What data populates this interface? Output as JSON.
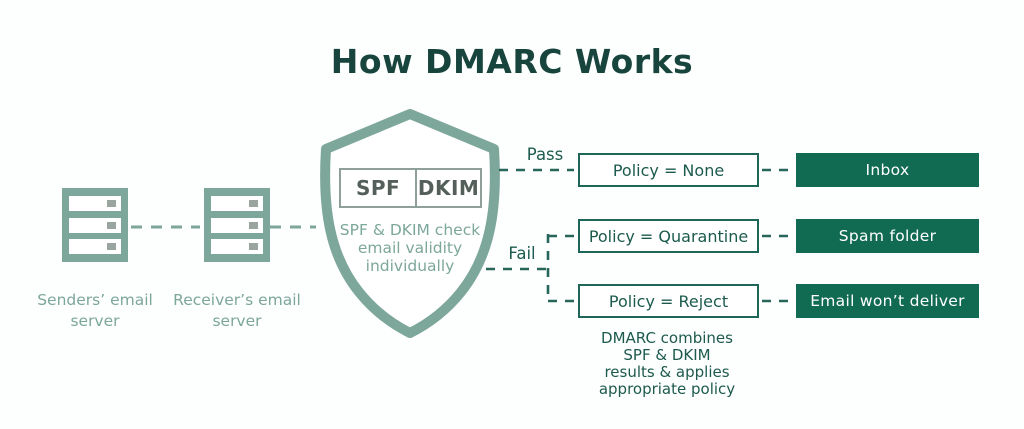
{
  "title": "How DMARC Works",
  "colors": {
    "dark_teal_text": "#17453d",
    "sage_green": "#7da79b",
    "policy_border": "#1e6657",
    "result_fill": "#116a52",
    "result_text": "#ffffff",
    "spf_dkim_text": "#545f5a"
  },
  "servers": {
    "sender": {
      "label": "Senders’ email\nserver"
    },
    "receiver": {
      "label": "Receiver’s email\nserver"
    }
  },
  "shield": {
    "spf_label": "SPF",
    "dkim_label": "DKIM",
    "caption": "SPF & DKIM check\nemail validity\nindividually"
  },
  "branches": {
    "pass_label": "Pass",
    "fail_label": "Fail",
    "rows": [
      {
        "policy": "Policy = None",
        "result": "Inbox"
      },
      {
        "policy": "Policy = Quarantine",
        "result": "Spam folder"
      },
      {
        "policy": "Policy = Reject",
        "result": "Email won’t deliver"
      }
    ]
  },
  "note": "DMARC combines\nSPF & DKIM\nresults & applies\nappropriate policy"
}
